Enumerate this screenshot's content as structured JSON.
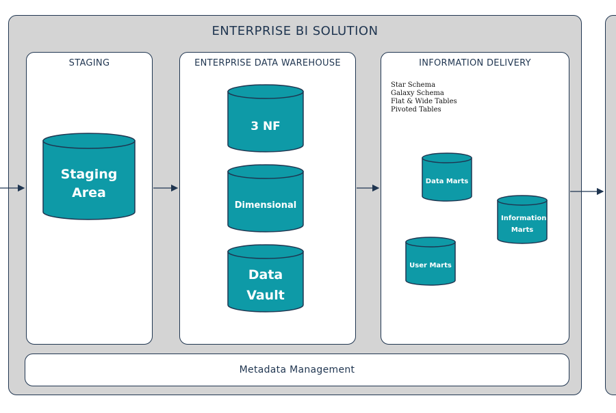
{
  "solution": {
    "title": "ENTERPRISE BI SOLUTION",
    "footer": "Metadata Management"
  },
  "panels": {
    "staging": {
      "title": "STAGING",
      "stores": [
        "Staging Area"
      ]
    },
    "warehouse": {
      "title": "ENTERPRISE DATA WAREHOUSE",
      "stores": [
        "3 NF",
        "Dimensional",
        "Data Vault"
      ]
    },
    "delivery": {
      "title": "INFORMATION DELIVERY",
      "schemas": [
        "Star Schema",
        "Galaxy Schema",
        "Flat & Wide Tables",
        "Pivoted Tables"
      ],
      "stores": [
        "Data Marts",
        "Information Marts",
        "User Marts"
      ]
    }
  },
  "colors": {
    "cylinder_fill": "#0e9aa7",
    "cylinder_stroke": "#1f3550",
    "container_fill": "#d4d4d4",
    "line": "#1f3550"
  }
}
